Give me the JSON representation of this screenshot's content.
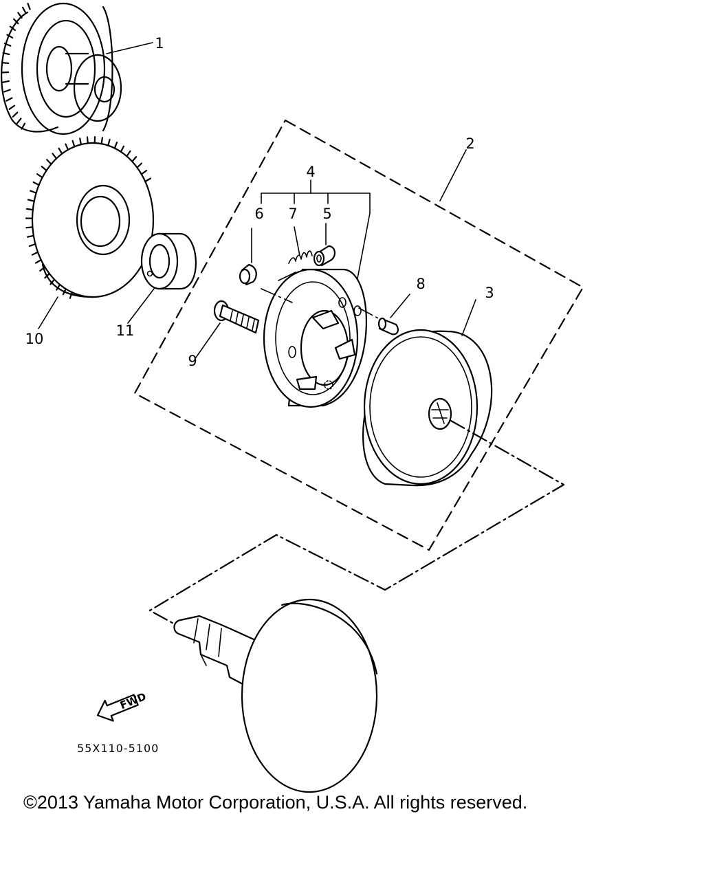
{
  "diagram": {
    "callouts": [
      {
        "id": "1",
        "text": "1"
      },
      {
        "id": "2",
        "text": "2"
      },
      {
        "id": "3",
        "text": "3"
      },
      {
        "id": "4",
        "text": "4"
      },
      {
        "id": "5",
        "text": "5"
      },
      {
        "id": "6",
        "text": "6"
      },
      {
        "id": "7",
        "text": "7"
      },
      {
        "id": "8",
        "text": "8"
      },
      {
        "id": "9",
        "text": "9"
      },
      {
        "id": "10",
        "text": "10"
      },
      {
        "id": "11",
        "text": "11"
      }
    ],
    "fwd_label": "FWD",
    "figure_code": "55X110-5100"
  },
  "footer": {
    "copyright": "©2013 Yamaha Motor Corporation, U.S.A. All rights reserved."
  }
}
